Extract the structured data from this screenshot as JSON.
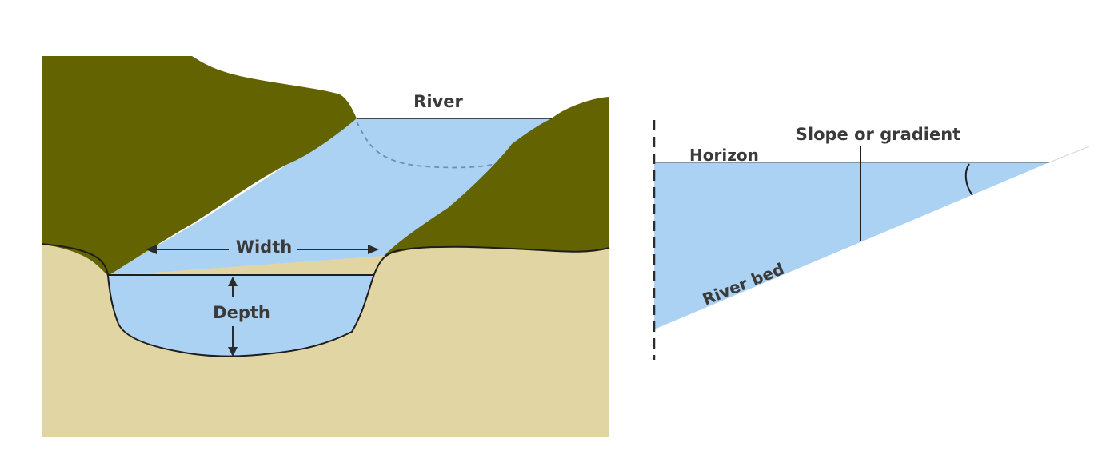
{
  "cross_section": {
    "river_label": "River",
    "width_label": "Width",
    "depth_label": "Depth"
  },
  "gradient": {
    "slope_label": "Slope or gradient",
    "horizon_label": "Horizon",
    "river_bed_label": "River bed"
  },
  "colors": {
    "ground": "#e0d5a3",
    "banks": "#636302",
    "water": "#acd2f3",
    "outline": "#1e1e1e",
    "dashed": "#6f8fb2",
    "text": "#3a3a3a"
  }
}
